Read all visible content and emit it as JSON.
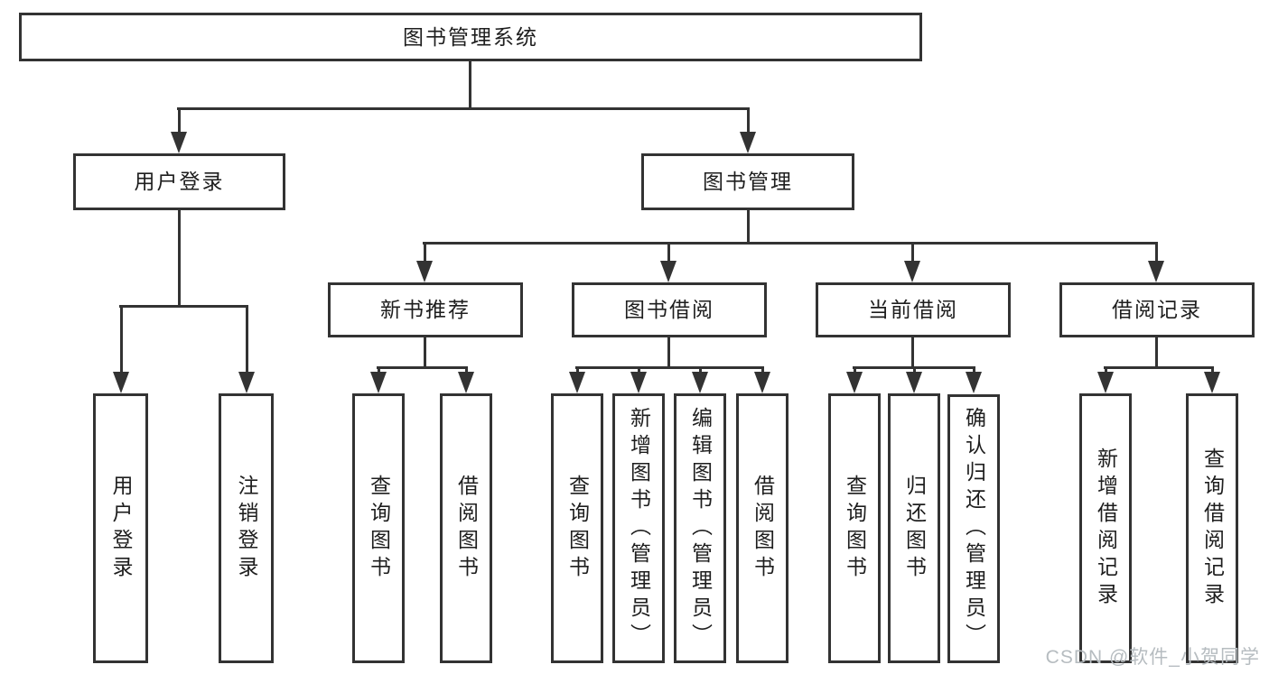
{
  "diagram": {
    "root": {
      "label": "图书管理系统"
    },
    "branches": [
      {
        "label": "用户登录",
        "children": [
          {
            "label": "用户登录"
          },
          {
            "label": "注销登录"
          }
        ]
      },
      {
        "label": "图书管理",
        "children": [
          {
            "label": "新书推荐",
            "children": [
              {
                "label": "查询图书"
              },
              {
                "label": "借阅图书"
              }
            ]
          },
          {
            "label": "图书借阅",
            "children": [
              {
                "label": "查询图书"
              },
              {
                "label": "新增图书（管理员）"
              },
              {
                "label": "编辑图书（管理员）"
              },
              {
                "label": "借阅图书"
              }
            ]
          },
          {
            "label": "当前借阅",
            "children": [
              {
                "label": "查询图书"
              },
              {
                "label": "归还图书"
              },
              {
                "label": "确认归还（管理员）"
              }
            ]
          },
          {
            "label": "借阅记录",
            "children": [
              {
                "label": "新增借阅记录"
              },
              {
                "label": "查询借阅记录"
              }
            ]
          }
        ]
      }
    ],
    "watermark": "CSDN @软件_小贺同学"
  },
  "colors": {
    "line": "#333333",
    "text": "#1e1e1e",
    "watermark": "#b6bcc0",
    "background": "#ffffff"
  }
}
